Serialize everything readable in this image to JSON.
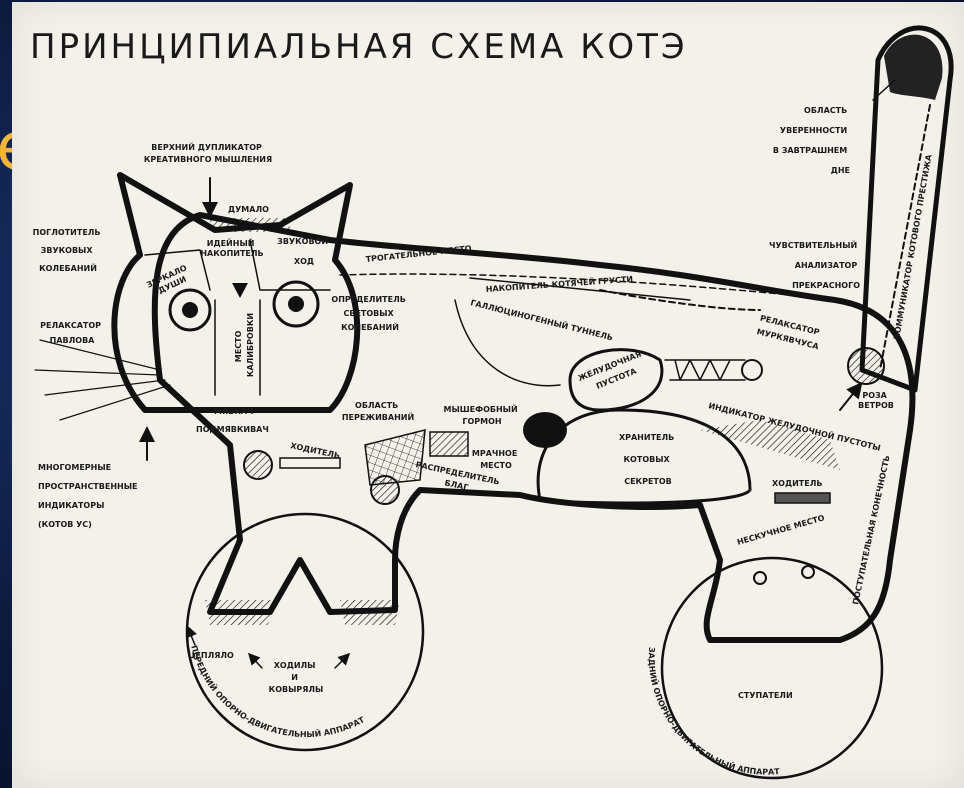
{
  "title": "ПРИНЦИПИАЛЬНАЯ СХЕМА КОТЭ",
  "edge_glyph": "e",
  "labels": {
    "duplicator": [
      "ВЕРХНИЙ ДУПЛИКАТОР",
      "КРЕАТИВНОГО МЫШЛЕНИЯ"
    ],
    "dumalo": "ДУМАЛО",
    "sound_absorber": [
      "ПОГЛОТИТЕЛЬ",
      "ЗВУКОВЫХ",
      "КОЛЕБАНИЙ"
    ],
    "idea_storage": [
      "ИДЕЙНЫЙ",
      "НАКОПИТЕЛЬ"
    ],
    "sound_move": [
      "ЗВУКОВОЙ",
      "ХОД"
    ],
    "soul_mirror": [
      "ЗЕРКАЛО",
      "ДУШИ"
    ],
    "pavlov": [
      "РЕЛАКСАТОР",
      "ПАВЛОВА"
    ],
    "calibration": [
      "МЕСТО",
      "КАЛИБРОВКИ"
    ],
    "light_detector": [
      "ОПРЕДЕЛИТЕЛЬ",
      "СВЕТОВЫХ",
      "КОЛЕБАНИЙ"
    ],
    "meow": "МЯВКАЧ",
    "submeow": "ПОДМЯВКИВАЧ",
    "dimensional": [
      "МНОГОМЕРНЫЕ",
      "ПРОСТРАНСТВЕННЫЕ",
      "ИНДИКАТОРЫ",
      "(КОТОВ УС)"
    ],
    "touch_place": "ТРОГАТЕЛЬНОЕ МЕСТО",
    "sadness": "НАКОПИТЕЛЬ КОТЯЧЕЙ ГРУСТИ",
    "hallucinogen": "ГАЛЛЮЦИНОГЕННЫЙ ТУННЕЛЬ",
    "tomorrow": [
      "ОБЛАСТЬ",
      "УВЕРЕННОСТИ",
      "В ЗАВТРАШНЕМ",
      "ДНЕ"
    ],
    "beauty": [
      "ЧУВСТВИТЕЛЬНЫЙ",
      "АНАЛИЗАТОР",
      "ПРЕКРАСНОГО"
    ],
    "prestige": "КОММУНИКАТОР КОТОВОГО ПРЕСТИЖА",
    "purr": [
      "РЕЛАКСАТОР",
      "МУРКЯВЧУСА"
    ],
    "wind_rose": [
      "РОЗА",
      "ВЕТРОВ"
    ],
    "stomach_void": [
      "ЖЕЛУДОЧНАЯ",
      "ПУСТОТА"
    ],
    "stomach_indicator": "ИНДИКАТОР ЖЕЛУДОЧНОЙ ПУСТОТЫ",
    "experience": [
      "ОБЛАСТЬ",
      "ПЕРЕЖИВАНИЙ"
    ],
    "mousephobic": [
      "МЫШЕФОБНЫЙ",
      "ГОРМОН"
    ],
    "dark_place": [
      "МРАЧНОЕ",
      "МЕСТО"
    ],
    "distributor": [
      "РАСПРЕДЕЛИТЕЛЬ",
      "БЛАГ"
    ],
    "secrets": [
      "ХРАНИТЕЛЬ",
      "КОТОВЫХ",
      "СЕКРЕТОВ"
    ],
    "walker": "ХОДИТЕЛЬ",
    "walker2": "ХОДИТЕЛЬ",
    "boring_place": "НЕСКУЧНОЕ МЕСТО",
    "intake_limb": "ПОСТУПАТЕЛЬНАЯ КОНЕЧНОСТЬ",
    "clinger": "ЦЕПЛЯЛО",
    "walkers_diggers": [
      "ХОДИЛЫ",
      "И",
      "КОВЫРЯЛЫ"
    ],
    "steppers": "СТУПАТЕЛИ",
    "front_apparatus": "ПЕРЕДНИЙ ОПОРНО-ДВИГАТЕЛЬНЫЙ АППАРАТ",
    "rear_apparatus": "ЗАДНИЙ ОПОРНО-ДВИГАТЕЛЬНЫЙ АППАРАТ"
  },
  "colors": {
    "paper": "#f3f1ea",
    "ink": "#111111",
    "background": "#0d1733",
    "accent_glyph": "#f2b53a"
  }
}
